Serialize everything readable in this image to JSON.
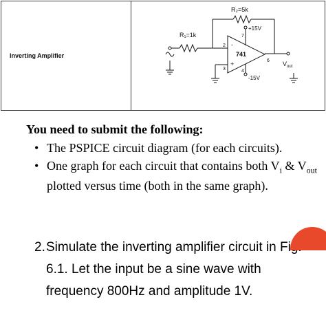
{
  "table": {
    "row_label": "Inverting Amplifier",
    "circuit": {
      "r1_label": "R₁=1k",
      "r2_label": "R₂=5k",
      "opamp_label": "741",
      "vplus_label": "+15V",
      "vminus_label": "-15V",
      "pin2": "2",
      "pin3": "3",
      "pin4": "4",
      "pin6": "6",
      "pin7": "7",
      "minus_sign": "-",
      "plus_sign": "+",
      "vout_label": "V",
      "vout_sub": "out"
    }
  },
  "instructions": {
    "heading": "You need to submit the following:",
    "bullet_char": "•",
    "bullet1": "The PSPICE circuit diagram (for each circuits).",
    "bullet2": {
      "part1": "One graph for each circuit that contains both V",
      "vi_sub": "i",
      "part2": " & V",
      "vout_sub": "out",
      "part3": " plotted versus time (both in the same graph)."
    }
  },
  "step2": {
    "number": "2.",
    "text": "Simulate the inverting amplifier circuit in Fig. 6.1. Let the input be a sine wave with frequency 800Hz and amplitude 1V."
  },
  "colors": {
    "badge": "#e8492b"
  }
}
